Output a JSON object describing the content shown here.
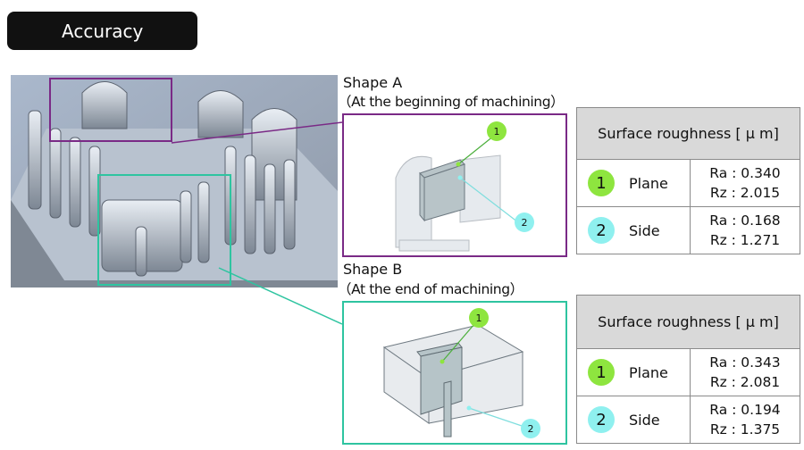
{
  "header": {
    "title": "Accuracy"
  },
  "shapeA": {
    "title": "Shape A",
    "subtitle": "（At the beginning of machining）",
    "colors": {
      "frame": "#7a2a86"
    }
  },
  "shapeB": {
    "title": "Shape B",
    "subtitle": "（At the end of machining）",
    "colors": {
      "frame": "#2ec4a0"
    }
  },
  "table_a": {
    "header": "Surface roughness [ μ m]",
    "rows": [
      {
        "num": "1",
        "label": "Plane",
        "ra": "Ra : 0.340",
        "rz": "Rz : 2.015"
      },
      {
        "num": "2",
        "label": "Side",
        "ra": "Ra : 0.168",
        "rz": "Rz : 1.271"
      }
    ]
  },
  "table_b": {
    "header": "Surface roughness  [ μ m]",
    "rows": [
      {
        "num": "1",
        "label": "Plane",
        "ra": "Ra : 0.343",
        "rz": "Rz : 2.081"
      },
      {
        "num": "2",
        "label": "Side",
        "ra": "Ra : 0.194",
        "rz": "Rz : 1.375"
      }
    ]
  },
  "markers": {
    "a1": "1",
    "a2": "2",
    "b1": "1",
    "b2": "2"
  },
  "colors": {
    "marker1": "#8ee53f",
    "marker2": "#8ff0ef",
    "badge": "#111111"
  }
}
